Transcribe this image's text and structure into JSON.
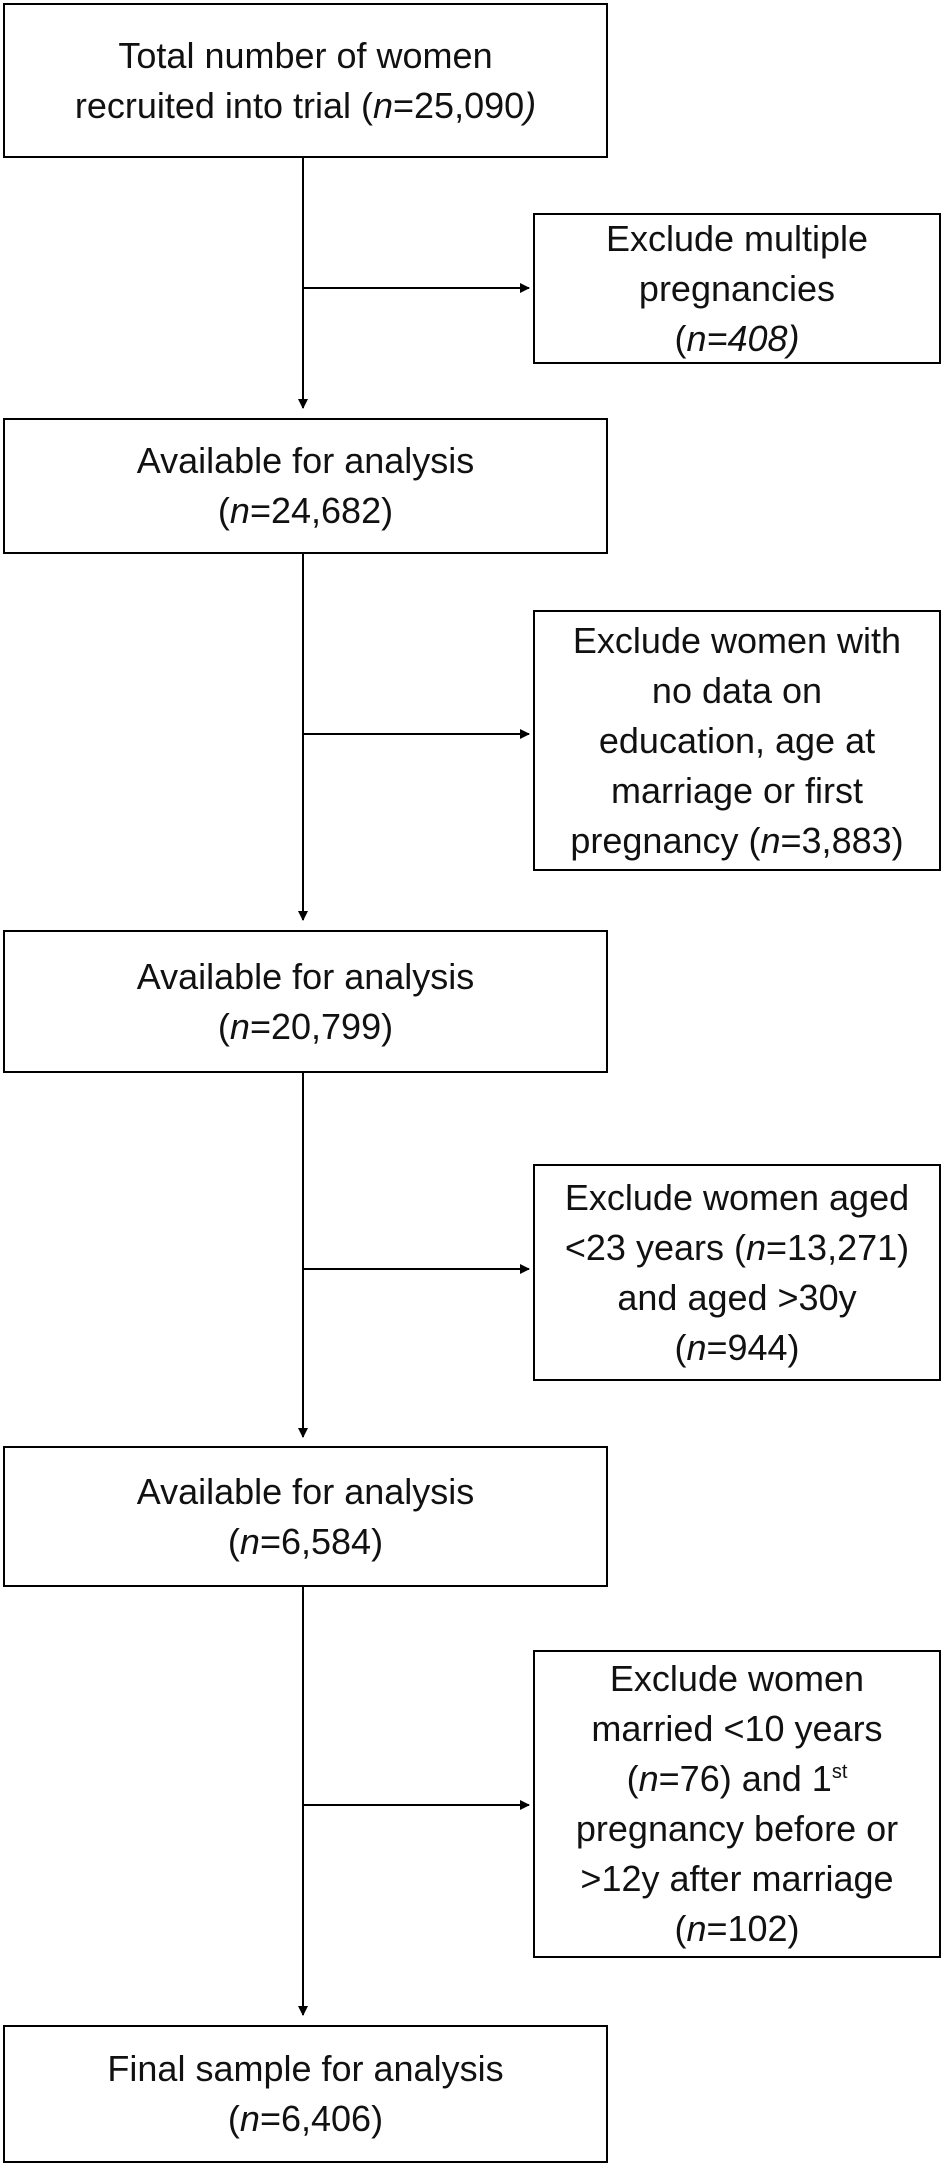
{
  "nodes": {
    "recruited": {
      "line1": "Total number of women",
      "line2_pre": "recruited into trial (",
      "line2_n": "n",
      "line2_post": "=25,090",
      "line2_close": ")"
    },
    "exclude_multiple": {
      "line1": "Exclude multiple",
      "line2": "pregnancies",
      "line3_open": "(",
      "line3_n": "n=408)"
    },
    "available_1": {
      "line1": "Available for analysis",
      "line2_open": "(",
      "line2_n": "n",
      "line2_post": "=24,682)"
    },
    "exclude_nodata": {
      "line1": "Exclude women with",
      "line2": "no data on",
      "line3": "education, age at",
      "line4": "marriage or first",
      "line5_pre": "pregnancy (",
      "line5_n": "n",
      "line5_post": "=3,883)"
    },
    "available_2": {
      "line1": "Available for analysis",
      "line2_open": "(",
      "line2_n": "n",
      "line2_post": "=20,799)"
    },
    "exclude_age": {
      "line1": "Exclude women aged",
      "line2_pre": "<23 years (",
      "line2_n": "n",
      "line2_post": "=13,271)",
      "line3": "and aged >30y",
      "line4_open": "(",
      "line4_n": "n",
      "line4_post": "=944)"
    },
    "available_3": {
      "line1": "Available for analysis",
      "line2_open": "(",
      "line2_n": "n",
      "line2_post": "=6,584)"
    },
    "exclude_marriage": {
      "line1": "Exclude women",
      "line2": "married <10 years",
      "line3_open": "(",
      "line3_n": "n",
      "line3_post": "=76) and 1",
      "line3_sup": "st",
      "line4": "pregnancy before or",
      "line5": ">12y after marriage",
      "line6_open": "(",
      "line6_n": "n",
      "line6_post": "=102)"
    },
    "final": {
      "line1": "Final sample for analysis",
      "line2_open": "(",
      "line2_n": "n",
      "line2_post": "=6,406)"
    }
  }
}
